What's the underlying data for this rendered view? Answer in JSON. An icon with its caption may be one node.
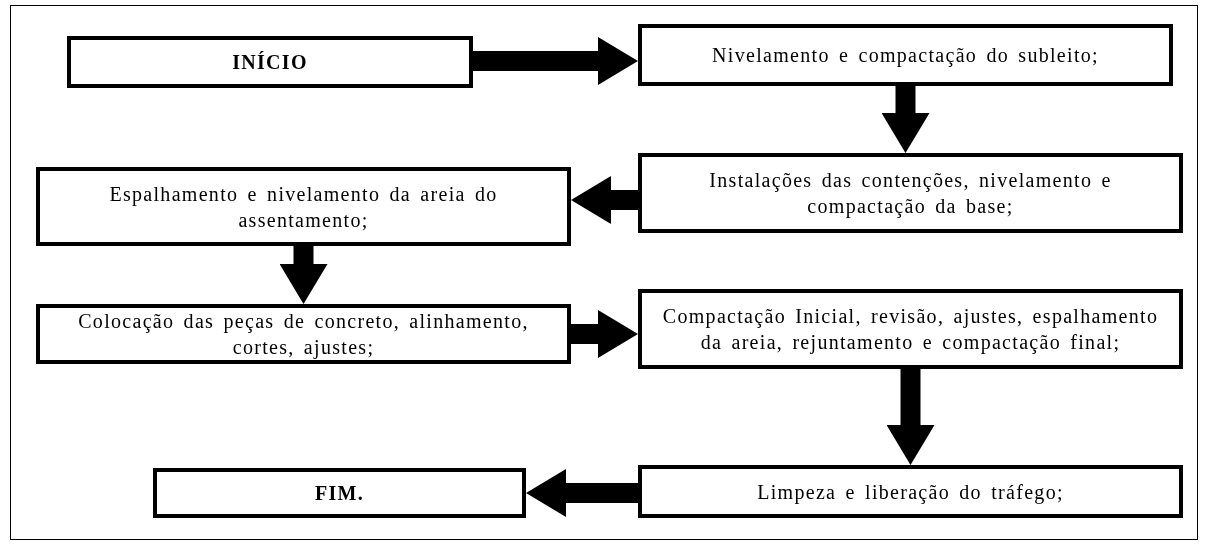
{
  "diagram": {
    "nodes": [
      {
        "text": [
          "INÍCIO"
        ]
      },
      {
        "text": [
          "Nivelamento e compactação do subleito;"
        ]
      },
      {
        "text": [
          "Instalações das contenções, nivelamento e compactação da base;"
        ]
      },
      {
        "text": [
          "Espalhamento e nivelamento da areia do assentamento;"
        ]
      },
      {
        "text": [
          "Colocação das peças de concreto, alinhamento, cortes, ajustes;"
        ]
      },
      {
        "text": [
          "Compactação Inicial, revisão, ajustes, espalhamento da areia, rejuntamento e compactação final;"
        ]
      },
      {
        "text": [
          "Limpeza e liberação do tráfego;"
        ]
      },
      {
        "text": [
          "FIM."
        ]
      }
    ],
    "edges": [
      {
        "from": 0,
        "to": 1,
        "arrow": "to"
      },
      {
        "from": 1,
        "to": 2,
        "arrow": "to"
      },
      {
        "from": 2,
        "to": 3,
        "arrow": "to"
      },
      {
        "from": 3,
        "to": 4,
        "arrow": "to"
      },
      {
        "from": 4,
        "to": 5,
        "arrow": "to"
      },
      {
        "from": 5,
        "to": 6,
        "arrow": "to"
      },
      {
        "from": 6,
        "to": 7,
        "arrow": "to"
      }
    ]
  }
}
